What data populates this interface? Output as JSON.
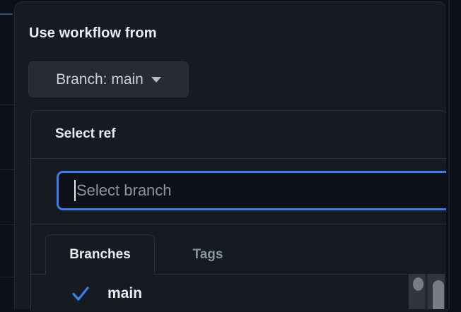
{
  "dialog": {
    "heading": "Use workflow from",
    "branch_button": {
      "label": "Branch: main",
      "caret_icon": "chevron-down-icon"
    }
  },
  "select_ref_popover": {
    "title": "Select ref",
    "search": {
      "placeholder": "Select branch",
      "value": "",
      "focused": true
    },
    "tabs": [
      {
        "label": "Branches",
        "active": true
      },
      {
        "label": "Tags",
        "active": false
      }
    ],
    "branches": [
      {
        "name": "main",
        "selected": true,
        "check_icon": "check-icon"
      }
    ]
  },
  "colors": {
    "accent_blue": "#3a7bf0",
    "check_blue": "#3a7bf0",
    "surface": "#161b22",
    "page_bg": "#0d1117",
    "button_bg": "#272c34",
    "border": "#2b313a",
    "text_primary": "#e6edf3",
    "text_muted": "#8b949e",
    "scrollbar_track": "#32363c",
    "scrollbar_thumb": "#787d83"
  },
  "scrollbars": {
    "left_thumb": "round-scroll-thumb",
    "right_thumb": "bar-scroll-thumb"
  }
}
